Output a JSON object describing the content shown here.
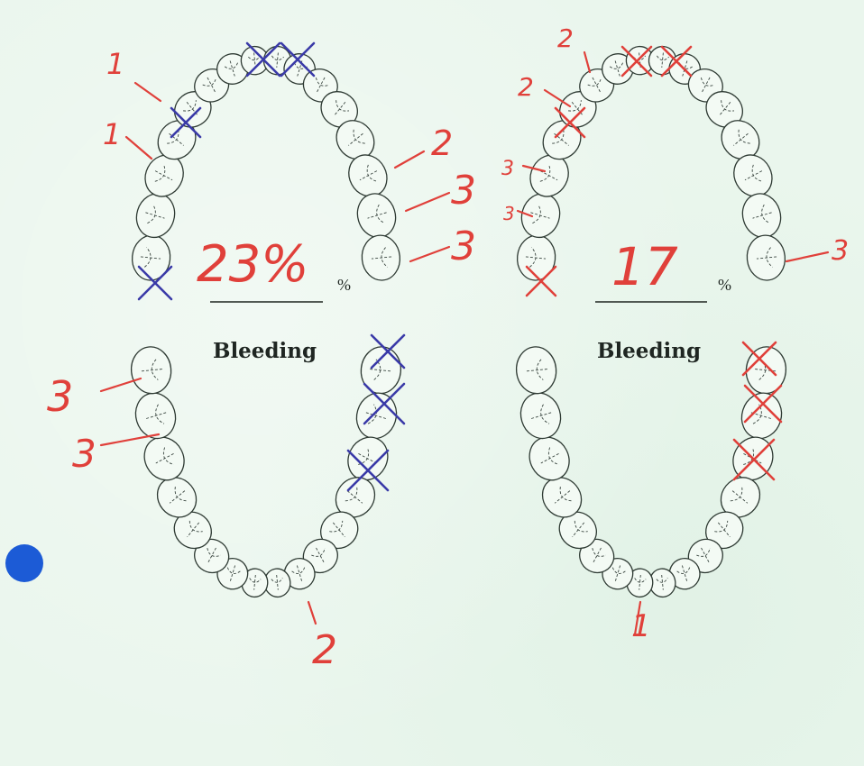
{
  "colors": {
    "background": "#eaf6ed",
    "ink": "#1f2622",
    "red_marker": "#e0403a",
    "blue_marker": "#3a3aa8",
    "blue_dot": "#1c5bd6"
  },
  "left_chart": {
    "bleeding_label": "Bleeding",
    "percent_sign": "%",
    "handwritten_score": "23%",
    "upper_marks": [
      "1",
      "1",
      "2",
      "3",
      "3"
    ],
    "lower_marks": [
      "3",
      "3",
      "2"
    ]
  },
  "right_chart": {
    "bleeding_label": "Bleeding",
    "percent_sign": "%",
    "handwritten_score": "17",
    "upper_marks": [
      "2",
      "2",
      "3",
      "3",
      "3"
    ],
    "lower_marks": [
      "1"
    ]
  },
  "icons": {
    "marker_dot": "blue-dot-icon",
    "cross": "x-mark-icon"
  }
}
